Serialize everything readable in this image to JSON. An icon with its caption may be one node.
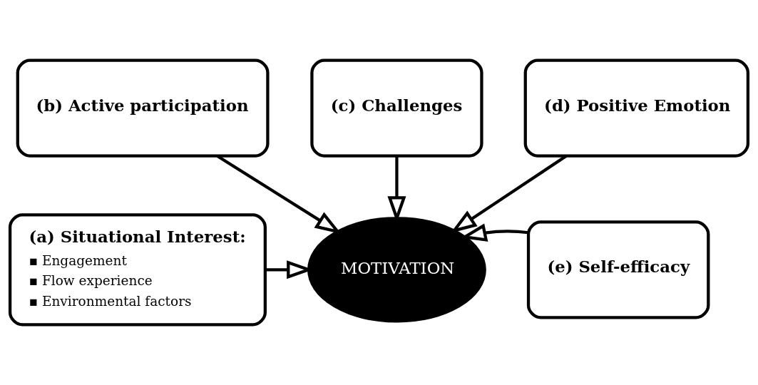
{
  "diagram": {
    "nodes": [
      {
        "text": [
          "(a) Situational Interest:",
          "▪ Engagement",
          "▪ Flow experience",
          "▪ Environmental factors"
        ]
      },
      {
        "text": [
          "(b) Active participation"
        ]
      },
      {
        "text": [
          "(c) Challenges"
        ]
      },
      {
        "text": [
          "(d) Positive Emotion"
        ]
      },
      {
        "text": [
          "(e) Self-efficacy"
        ]
      },
      {
        "text": [
          "MOTIVATION"
        ]
      }
    ],
    "edges": [
      {
        "from": 0,
        "to": 5,
        "arrow": "to"
      },
      {
        "from": 1,
        "to": 5,
        "arrow": "to"
      },
      {
        "from": 2,
        "to": 5,
        "arrow": "to"
      },
      {
        "from": 3,
        "to": 5,
        "arrow": "to"
      },
      {
        "from": 4,
        "to": 5,
        "arrow": "to"
      }
    ]
  }
}
